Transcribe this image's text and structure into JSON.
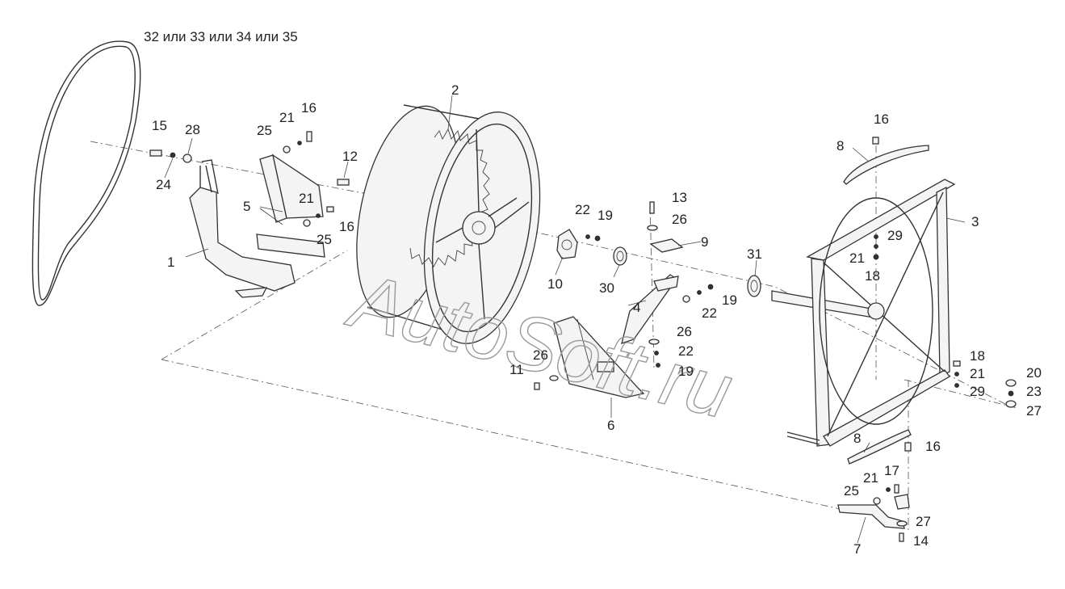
{
  "watermark": "AutoSoft.ru",
  "labels": {
    "belt": "32 или 33 или 34 или 35",
    "p1": "1",
    "p2": "2",
    "p3": "3",
    "p4": "4",
    "p5": "5",
    "p6": "6",
    "p7": "7",
    "p8a": "8",
    "p8b": "8",
    "p9": "9",
    "p10": "10",
    "p11": "11",
    "p12": "12",
    "p13": "13",
    "p14": "14",
    "p15": "15",
    "p16a": "16",
    "p16b": "16",
    "p16c": "16",
    "p16d": "16",
    "p17": "17",
    "p18a": "18",
    "p18b": "18",
    "p19a": "19",
    "p19b": "19",
    "p19c": "19",
    "p20": "20",
    "p21a": "21",
    "p21b": "21",
    "p21c": "21",
    "p21d": "21",
    "p21e": "21",
    "p22a": "22",
    "p22b": "22",
    "p22c": "22",
    "p23": "23",
    "p24": "24",
    "p25a": "25",
    "p25b": "25",
    "p25c": "25",
    "p26a": "26",
    "p26b": "26",
    "p26c": "26",
    "p27a": "27",
    "p27b": "27",
    "p28": "28",
    "p29a": "29",
    "p29b": "29",
    "p30": "30",
    "p31": "31"
  }
}
